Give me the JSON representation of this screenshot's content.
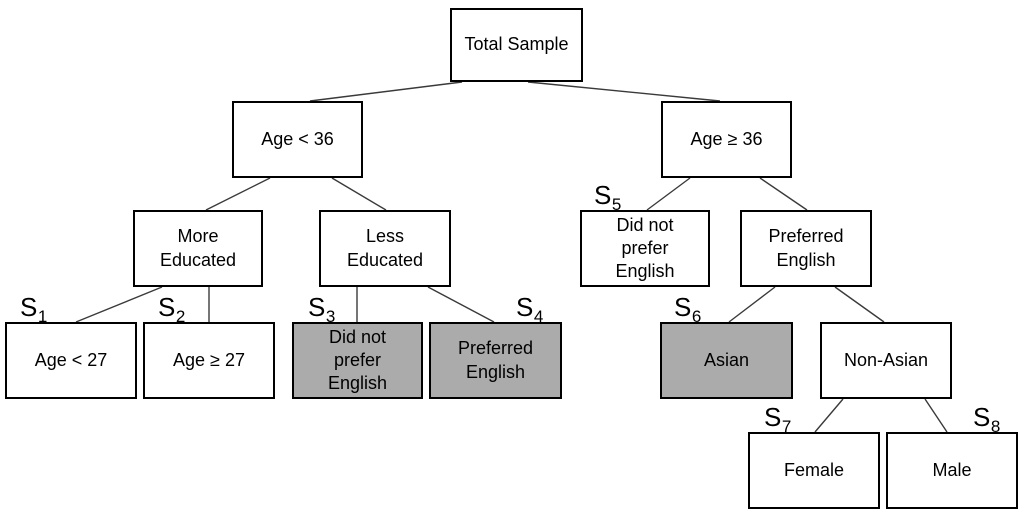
{
  "diagram": {
    "description": "Decision tree segmenting a survey sample into subgroups S1-S8",
    "colors": {
      "highlight_fill": "#ABABAB",
      "node_fill": "#FFFFFF",
      "node_border": "#000000",
      "connector": "#3A3A3A"
    },
    "nodes": {
      "total_sample": {
        "label": "Total Sample"
      },
      "age_lt_36": {
        "label": "Age < 36"
      },
      "age_ge_36": {
        "label": "Age ≥ 36"
      },
      "more_educated": {
        "label": "More\nEducated"
      },
      "less_educated": {
        "label": "Less\nEducated"
      },
      "did_not_prefer_english_s5": {
        "label": "Did not\nprefer\nEnglish"
      },
      "preferred_english_right": {
        "label": "Preferred\nEnglish"
      },
      "age_lt_27": {
        "label": "Age < 27"
      },
      "age_ge_27": {
        "label": "Age ≥ 27"
      },
      "did_not_prefer_english_s3": {
        "label": "Did not\nprefer\nEnglish"
      },
      "preferred_english_s4": {
        "label": "Preferred\nEnglish"
      },
      "asian": {
        "label": "Asian"
      },
      "non_asian": {
        "label": "Non-Asian"
      },
      "female": {
        "label": "Female"
      },
      "male": {
        "label": "Male"
      }
    },
    "segments": {
      "s1": {
        "base": "S",
        "sub": "1"
      },
      "s2": {
        "base": "S",
        "sub": "2"
      },
      "s3": {
        "base": "S",
        "sub": "3"
      },
      "s4": {
        "base": "S",
        "sub": "4"
      },
      "s5": {
        "base": "S",
        "sub": "5"
      },
      "s6": {
        "base": "S",
        "sub": "6"
      },
      "s7": {
        "base": "S",
        "sub": "7"
      },
      "s8": {
        "base": "S",
        "sub": "8"
      }
    }
  }
}
